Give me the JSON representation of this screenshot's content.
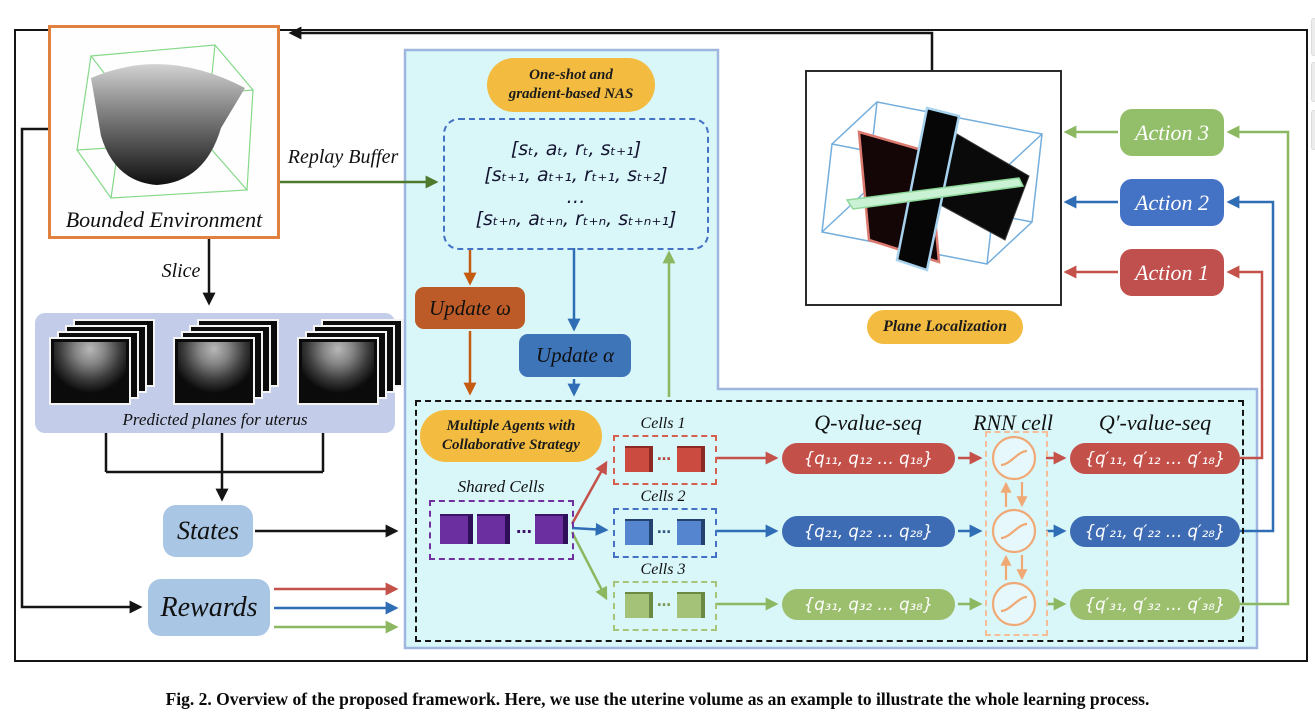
{
  "caption": "Fig. 2. Overview of the proposed framework. Here, we use the uterine volume as an example to illustrate the whole learning process.",
  "environment": {
    "label": "Bounded Environment",
    "slice_label": "Slice",
    "replay_buffer_label": "Replay Buffer"
  },
  "predicted_planes": {
    "caption": "Predicted planes for uterus"
  },
  "states_label": "States",
  "rewards_label": "Rewards",
  "nas": {
    "badge_line1": "One-shot and",
    "badge_line2": "gradient-based NAS",
    "tuples": [
      "[sₜ, aₜ, rₜ, sₜ₊₁]",
      "[sₜ₊₁, aₜ₊₁, rₜ₊₁, sₜ₊₂]",
      "…",
      "[sₜ₊ₙ, aₜ₊ₙ, rₜ₊ₙ, sₜ₊ₙ₊₁]"
    ],
    "update_omega": "Update ω",
    "update_alpha": "Update α"
  },
  "agents": {
    "badge_line1": "Multiple Agents with",
    "badge_line2": "Collaborative Strategy",
    "shared_cells_label": "Shared Cells",
    "cell_groups": [
      {
        "label": "Cells 1"
      },
      {
        "label": "Cells 2"
      },
      {
        "label": "Cells 3"
      }
    ],
    "q_title": "Q-value-seq",
    "rnn_title": "RNN cell",
    "q_prime_title": "Q′-value-seq",
    "q_seqs": [
      "{q₁₁, q₁₂ … q₁₈}",
      "{q₂₁, q₂₂ … q₂₈}",
      "{q₃₁, q₃₂ … q₃₈}"
    ],
    "q_prime_seqs": [
      "{q′₁₁, q′₁₂ … q′₁₈}",
      "{q′₂₁, q′₂₂ … q′₂₈}",
      "{q′₃₁, q′₃₂ … q′₃₈}"
    ]
  },
  "localization": {
    "badge": "Plane Localization",
    "actions": [
      "Action 3",
      "Action 2",
      "Action 1"
    ]
  },
  "colors": {
    "red": "#C0504D",
    "blue": "#4472C4",
    "green": "#93BE6A",
    "purple": "#6B2FA0",
    "orange_update": "#BC5B27",
    "blue_update": "#3E74B8",
    "yellow_badge": "#F3BC40",
    "cyan_panel": "#D9F6F9",
    "panel_border": "#9FB6DF",
    "env_border": "#E0813F",
    "state_box": "#A9C6E4",
    "replay_arrow_green": "#4E7A2E",
    "rnn_peach": "#F0A875"
  }
}
